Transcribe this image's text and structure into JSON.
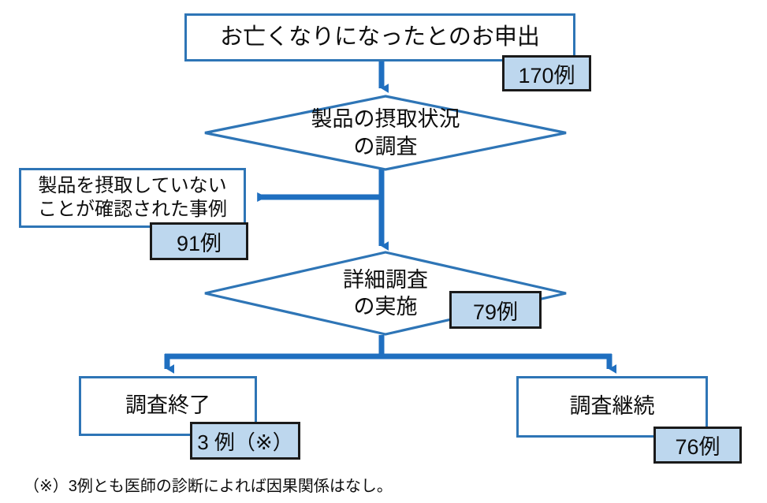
{
  "diagram": {
    "title_text": "お亡くなりになったとのお申出",
    "colors": {
      "shape_border": "#2e75b6",
      "connector": "#1f6fc0",
      "badge_fill": "#bdd7ee",
      "badge_border": "#1a1a1a",
      "background": "#ffffff",
      "text": "#0d0d0d"
    },
    "nodes": {
      "report": {
        "type": "process",
        "label": "お亡くなりになったとのお申出",
        "badge": "170例"
      },
      "intake_survey": {
        "type": "decision",
        "label": "製品の摂取状況\nの調査"
      },
      "not_taken": {
        "type": "process",
        "label": "製品を摂取していない\nことが確認された事例",
        "badge": "91例"
      },
      "detailed_survey": {
        "type": "decision",
        "label": "詳細調査\nの実施",
        "badge": "79例"
      },
      "survey_finished": {
        "type": "process",
        "label": "調査終了",
        "badge": "3 例（※）"
      },
      "survey_continuing": {
        "type": "process",
        "label": "調査継続",
        "badge": "76例"
      }
    },
    "footnote": "（※）3例とも医師の診断によれば因果関係はなし。"
  }
}
